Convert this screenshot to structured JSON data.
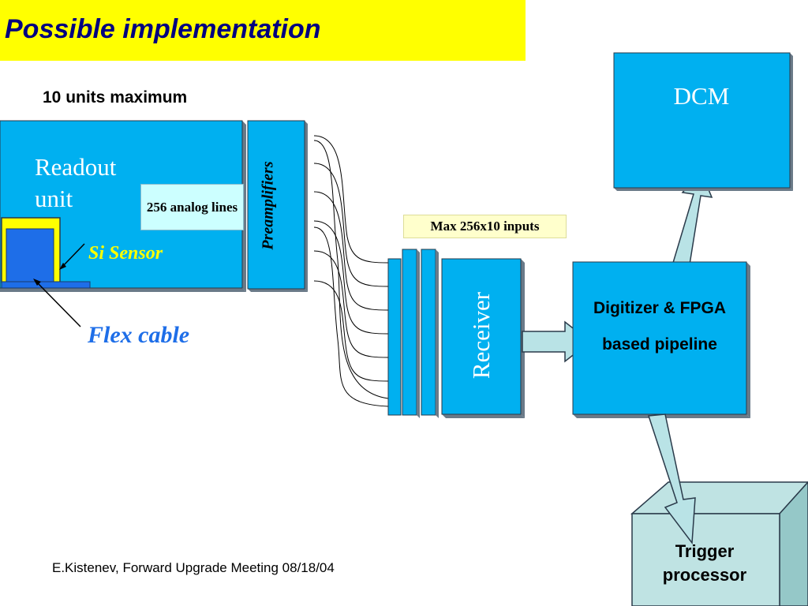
{
  "slide": {
    "title": "Possible implementation",
    "units_max": "10 units maximum",
    "footer": "E.Kistenev, Forward Upgrade Meeting 08/18/04"
  },
  "diagram": {
    "readout_unit": "Readout unit",
    "analog_lines": "256 analog lines",
    "si_sensor": "Si Sensor",
    "flex_cable": "Flex cable",
    "preamplifiers": "Preamplifiers",
    "max_inputs": "Max 256x10 inputs",
    "receiver": "Receiver",
    "dcm": "DCM",
    "digitizer": "Digitizer & FPGA based pipeline",
    "trigger": "Trigger processor"
  },
  "colors": {
    "title_bg": "#ffff00",
    "title_text": "#000080",
    "box_fill": "#00b0f0",
    "box_border": "#2a3a4a",
    "arrow_fill": "#b9e3e6",
    "trigger_fill": "#bfe3e3",
    "si_sensor_text": "#ffff00",
    "flex_cable_text": "#1e6ee8"
  }
}
